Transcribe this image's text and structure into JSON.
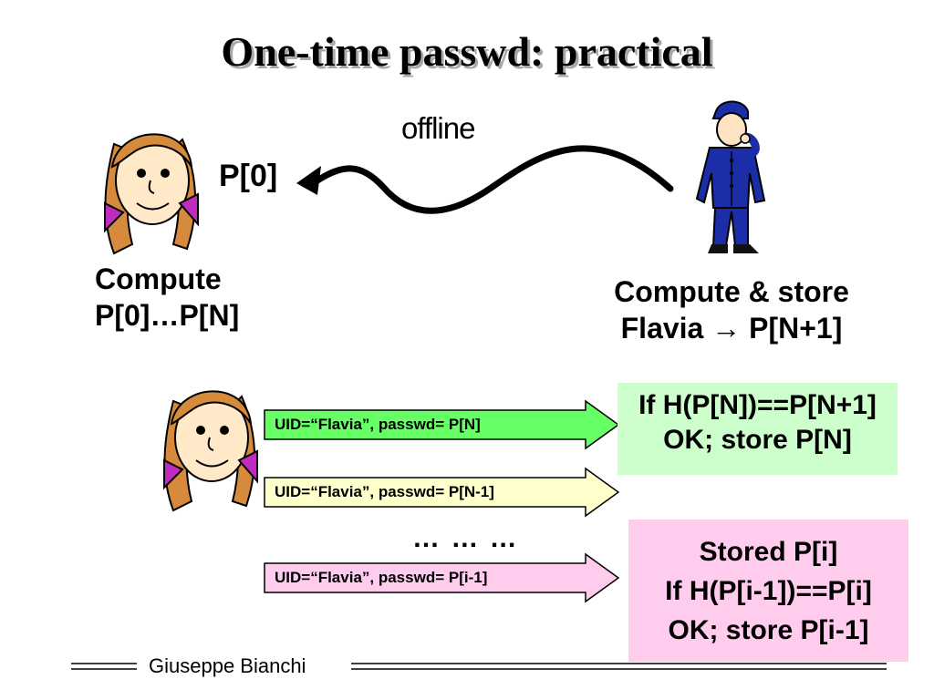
{
  "title": "One-time passwd: practical",
  "offline_label": "offline",
  "p0_label": "P[0]",
  "left_text": {
    "line1": "Compute",
    "line2": "P[0]…P[N]"
  },
  "right_text": {
    "line1": "Compute & store",
    "line2_name": "Flavia",
    "line2_arrow": "→",
    "line2_value": "P[N+1]"
  },
  "messages": [
    {
      "label": "UID=“Flavia”, passwd= P[N]",
      "fill": "#66ff66"
    },
    {
      "label": "UID=“Flavia”, passwd= P[N-1]",
      "fill": "#ffffcc"
    },
    {
      "label": "UID=“Flavia”, passwd= P[i-1]",
      "fill": "#ffccee"
    }
  ],
  "ellipsis": "… … …",
  "green_box": {
    "line1": "If H(P[N])==P[N+1]",
    "line2": "OK; store P[N]",
    "color": "#ccffcc"
  },
  "pink_box": {
    "line1": "Stored P[i]",
    "line2": "If H(P[i-1])==P[i]",
    "line3": "OK; store P[i-1]",
    "color": "#ffccee"
  },
  "footer": "Giuseppe Bianchi"
}
